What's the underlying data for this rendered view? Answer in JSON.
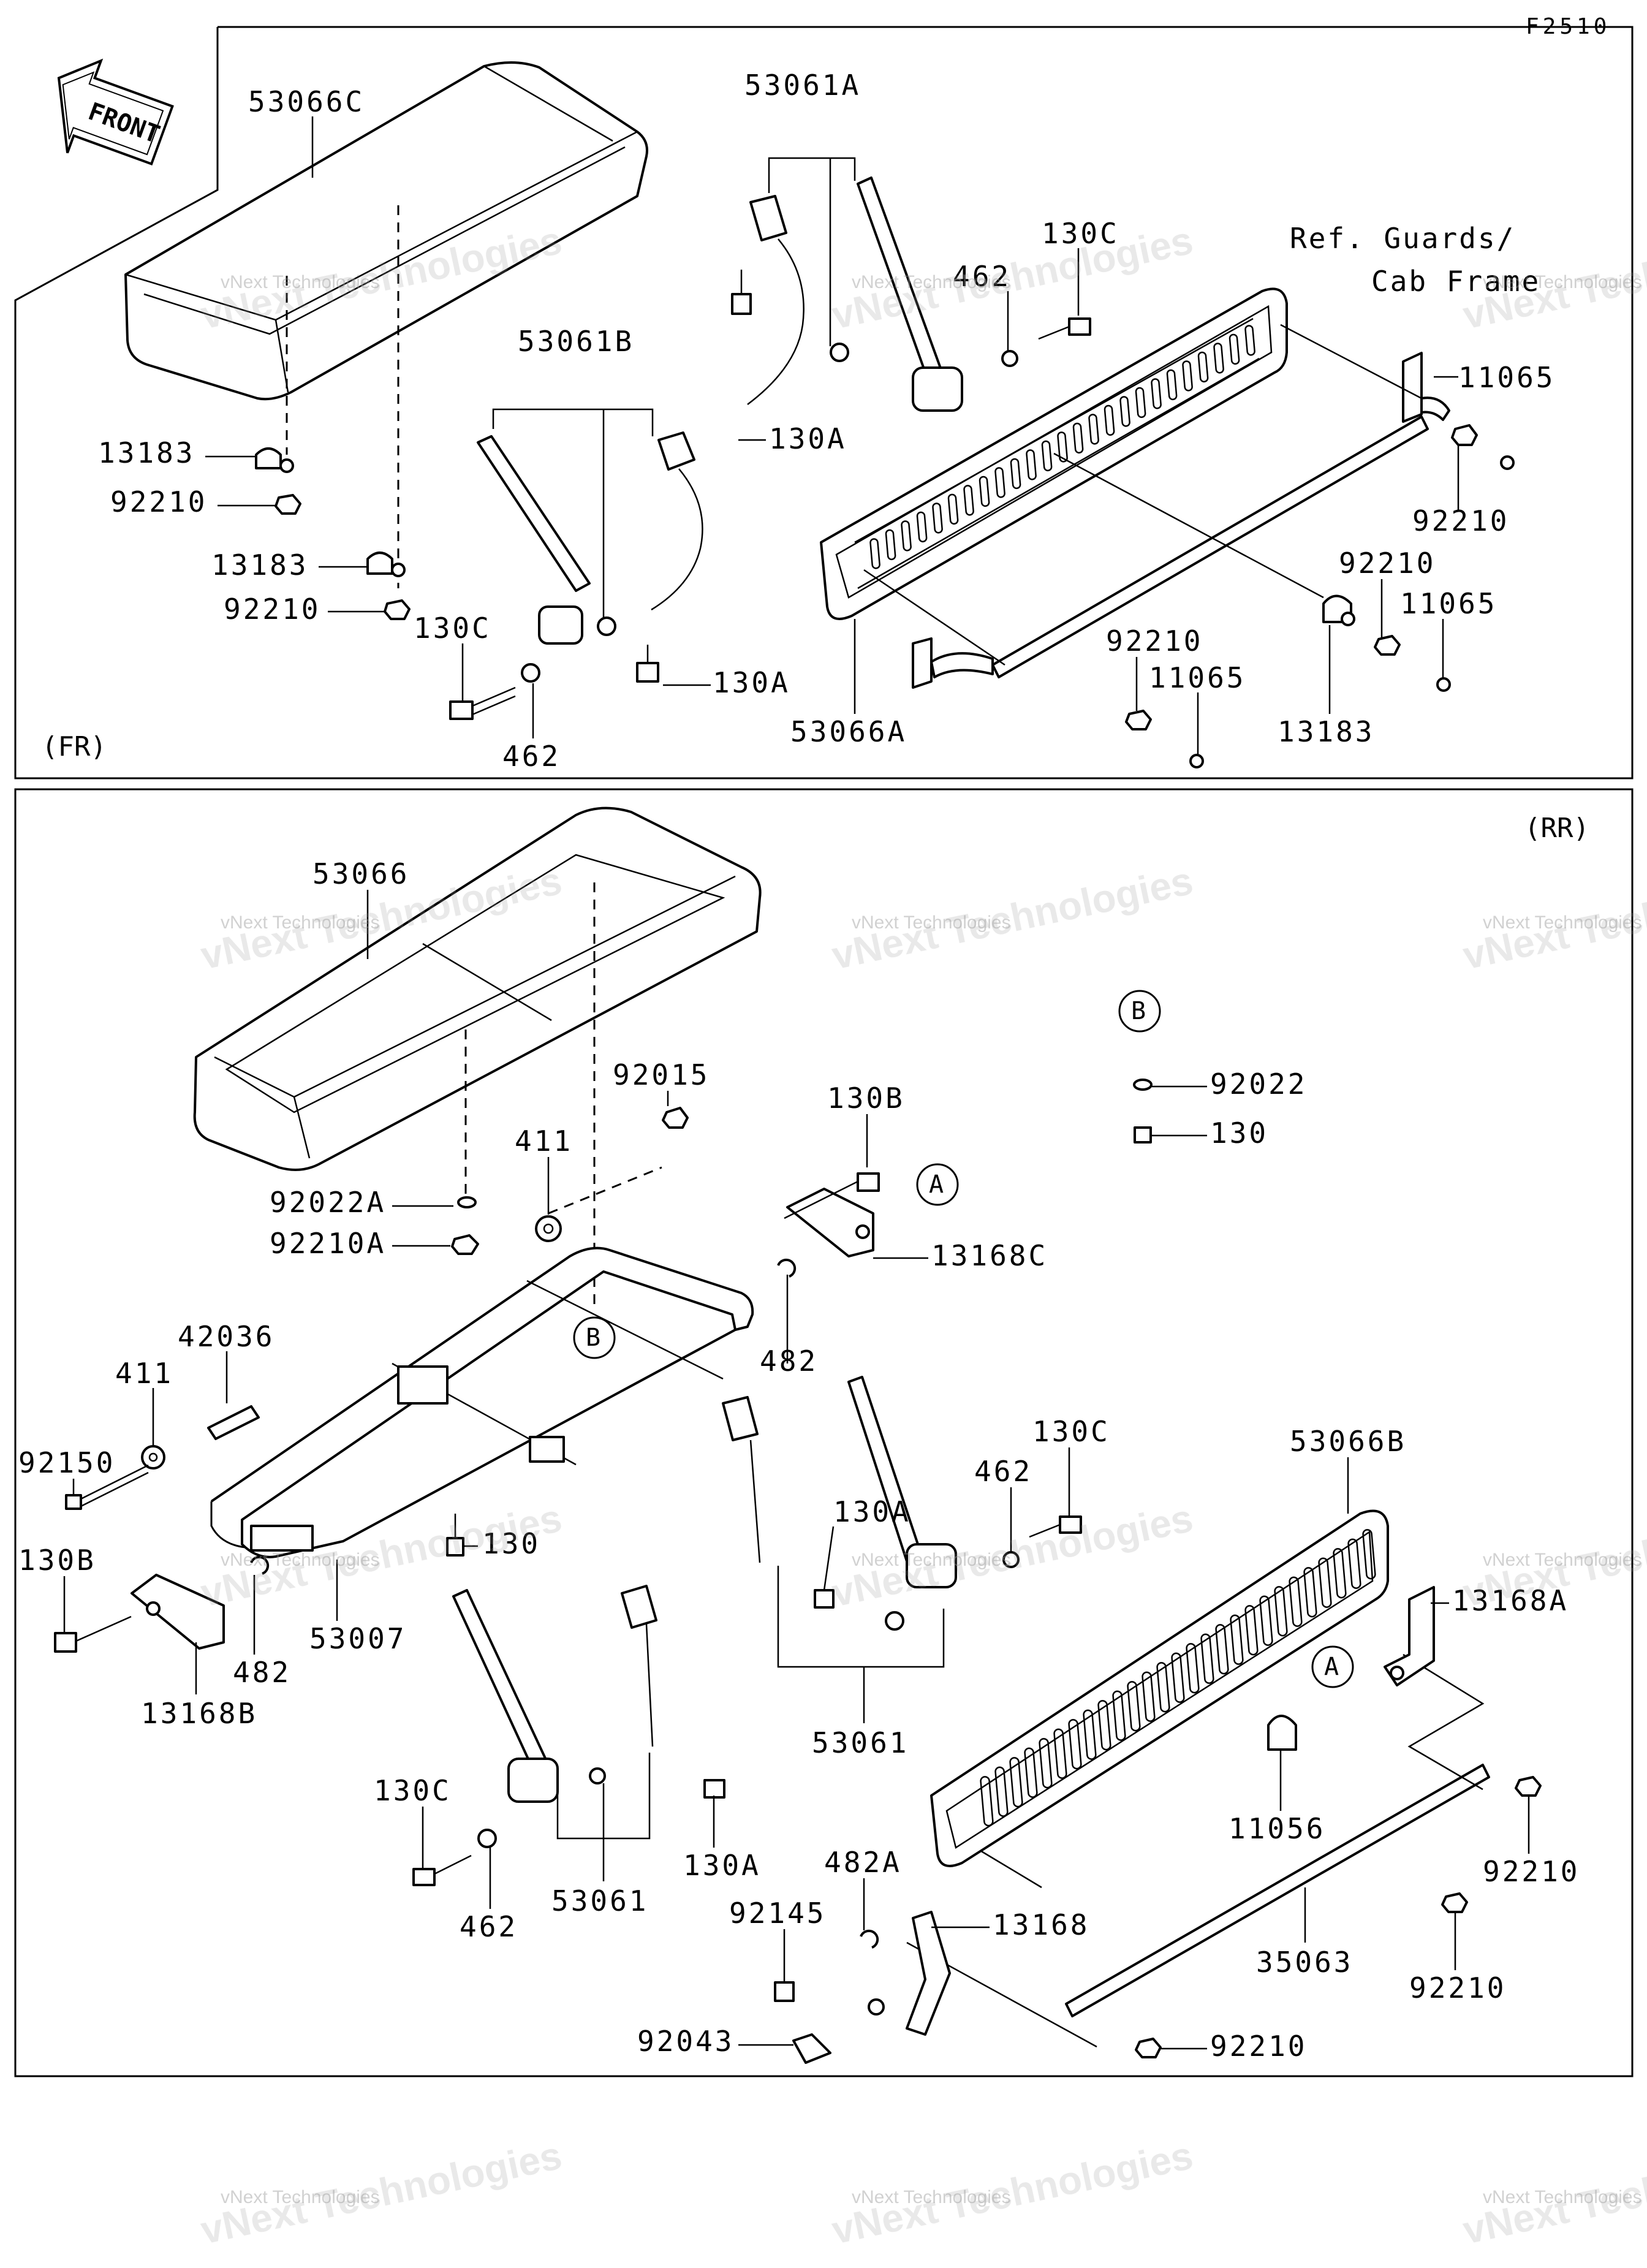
{
  "figure_code": "F2510",
  "front_arrow_label": "FRONT",
  "sections": {
    "front": "(FR)",
    "rear": "(RR)"
  },
  "reference_note": {
    "line1": "Ref. Guards/",
    "line2": "Cab Frame"
  },
  "bubbles": {
    "a": "A",
    "b": "B"
  },
  "watermark": {
    "line1": "vNext Technologies",
    "line2": "vNext Technologies"
  },
  "labels": {
    "fr": [
      "53066C",
      "53061A",
      "130C",
      "462",
      "53061B",
      "11065",
      "92210",
      "13183",
      "92210",
      "13183",
      "92210",
      "130A",
      "130C",
      "130A",
      "462",
      "53066A",
      "92210",
      "11065",
      "92210",
      "11065",
      "13183"
    ],
    "rr": [
      "53066",
      "92022",
      "130",
      "92015",
      "130B",
      "411",
      "13168C",
      "92022A",
      "92210A",
      "42036",
      "482",
      "411",
      "92150",
      "130C",
      "53066B",
      "130A",
      "462",
      "130",
      "13168A",
      "130B",
      "53007",
      "482",
      "13168B",
      "53061",
      "130C",
      "11056",
      "130A",
      "92210",
      "482A",
      "13168",
      "92145",
      "462",
      "53061",
      "35063",
      "92210",
      "92043",
      "92210"
    ]
  }
}
